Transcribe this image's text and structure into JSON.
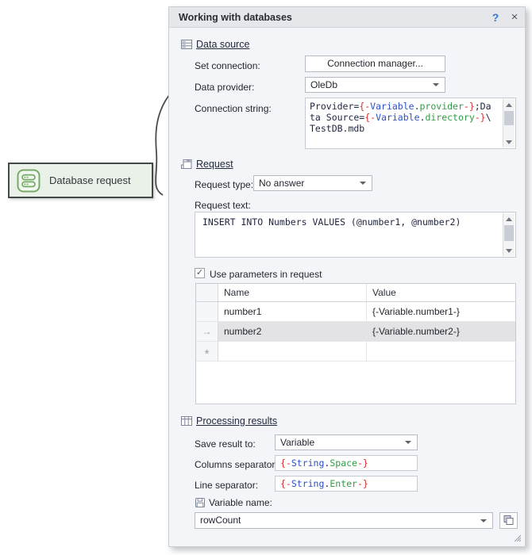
{
  "colors": {
    "token_red": "#d92b2b",
    "token_blue": "#2b50c8",
    "token_green": "#2f9e44",
    "node_green": "#76aa66",
    "help_blue": "#3a76d2"
  },
  "node": {
    "label": "Database request"
  },
  "panel": {
    "title": "Working with databases",
    "help_icon": "?",
    "close_icon": "×",
    "data_source": {
      "title": "Data source",
      "set_connection_label": "Set connection:",
      "connection_manager_button": "Connection manager...",
      "data_provider_label": "Data provider:",
      "data_provider_value": "OleDb",
      "connection_string_label": "Connection string:",
      "connection_string_lines": [
        [
          {
            "text": "Provider=",
            "kind": "plain"
          },
          {
            "text": "{-",
            "kind": "red"
          },
          {
            "text": "Variable",
            "kind": "blue"
          },
          {
            "text": ".",
            "kind": "plain"
          },
          {
            "text": "provider",
            "kind": "green"
          },
          {
            "text": "-}",
            "kind": "red"
          },
          {
            "text": ";Da",
            "kind": "plain"
          }
        ],
        [
          {
            "text": "ta Source=",
            "kind": "plain"
          },
          {
            "text": "{-",
            "kind": "red"
          },
          {
            "text": "Variable",
            "kind": "blue"
          },
          {
            "text": ".",
            "kind": "plain"
          },
          {
            "text": "directory",
            "kind": "green"
          },
          {
            "text": "-}",
            "kind": "red"
          },
          {
            "text": "\\",
            "kind": "plain"
          }
        ],
        [
          {
            "text": "TestDB.mdb",
            "kind": "plain"
          }
        ]
      ]
    },
    "request": {
      "title": "Request",
      "request_type_label": "Request type:",
      "request_type_value": "No answer",
      "request_text_label": "Request text:",
      "request_text": "INSERT INTO Numbers VALUES (@number1, @number2)",
      "use_parameters_label": "Use parameters in request",
      "use_parameters_checked": "✓",
      "table": {
        "headers": {
          "name": "Name",
          "value": "Value"
        },
        "rows": [
          {
            "name": "number1",
            "value": "{-Variable.number1-}",
            "gutter": ""
          },
          {
            "name": "number2",
            "value": "{-Variable.number2-}",
            "gutter": "→"
          },
          {
            "name": "",
            "value": "",
            "gutter": "*"
          }
        ]
      }
    },
    "processing": {
      "title": "Processing results",
      "save_result_label": "Save result to:",
      "save_result_value": "Variable",
      "columns_separator_label": "Columns separator:",
      "columns_separator_segments": [
        {
          "text": "{-",
          "kind": "red"
        },
        {
          "text": "String",
          "kind": "blue"
        },
        {
          "text": ".",
          "kind": "plain"
        },
        {
          "text": "Space",
          "kind": "green"
        },
        {
          "text": "-}",
          "kind": "red"
        }
      ],
      "line_separator_label": "Line separator:",
      "line_separator_segments": [
        {
          "text": "{-",
          "kind": "red"
        },
        {
          "text": "String",
          "kind": "blue"
        },
        {
          "text": ".",
          "kind": "plain"
        },
        {
          "text": "Enter",
          "kind": "green"
        },
        {
          "text": "-}",
          "kind": "red"
        }
      ],
      "variable_name_label": "Variable name:",
      "variable_name_value": "rowCount"
    }
  }
}
